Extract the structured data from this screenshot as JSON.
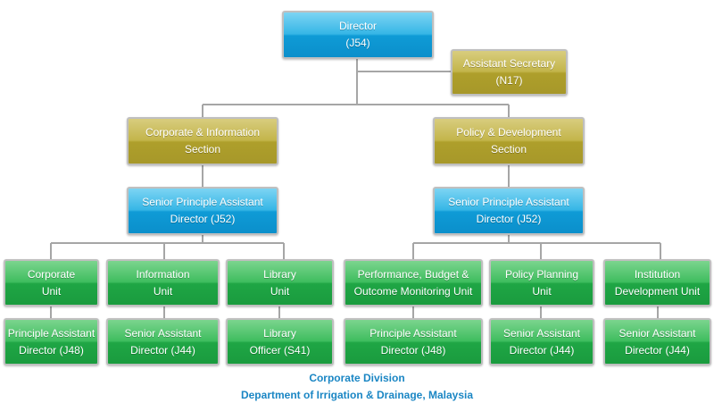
{
  "nodes": {
    "director": {
      "line1": "Director",
      "line2": "(J54)"
    },
    "assistant_secretary": {
      "line1": "Assistant Secretary",
      "line2": "(N17)"
    },
    "corporate_information_section": {
      "line1": "Corporate & Information",
      "line2": "Section"
    },
    "policy_development_section": {
      "line1": "Policy & Development",
      "line2": "Section"
    },
    "spad_left": {
      "line1": "Senior Principle Assistant",
      "line2": "Director (J52)"
    },
    "spad_right": {
      "line1": "Senior Principle Assistant",
      "line2": "Director (J52)"
    },
    "corporate_unit": {
      "line1": "Corporate",
      "line2": "Unit"
    },
    "information_unit": {
      "line1": "Information",
      "line2": "Unit"
    },
    "library_unit": {
      "line1": "Library",
      "line2": "Unit"
    },
    "performance_unit": {
      "line1": "Performance, Budget &",
      "line2": "Outcome Monitoring Unit"
    },
    "policy_planning_unit": {
      "line1": "Policy Planning",
      "line2": "Unit"
    },
    "institution_unit": {
      "line1": "Institution",
      "line2": "Development Unit"
    },
    "corporate_head": {
      "line1": "Principle Assistant",
      "line2": "Director (J48)"
    },
    "information_head": {
      "line1": "Senior Assistant",
      "line2": "Director (J44)"
    },
    "library_head": {
      "line1": "Library",
      "line2": "Officer (S41)"
    },
    "performance_head": {
      "line1": "Principle Assistant",
      "line2": "Director (J48)"
    },
    "policy_planning_head": {
      "line1": "Senior Assistant",
      "line2": "Director (J44)"
    },
    "institution_head": {
      "line1": "Senior Assistant",
      "line2": "Director (J44)"
    }
  },
  "footer": {
    "line1": "Corporate Division",
    "line2": "Department of Irrigation & Drainage, Malaysia"
  },
  "colors": {
    "blue": "#0f9bd6",
    "gold": "#ae9f2b",
    "green": "#1fa645",
    "connector": "#a6a6a6",
    "footer_text": "#1a86c4"
  }
}
